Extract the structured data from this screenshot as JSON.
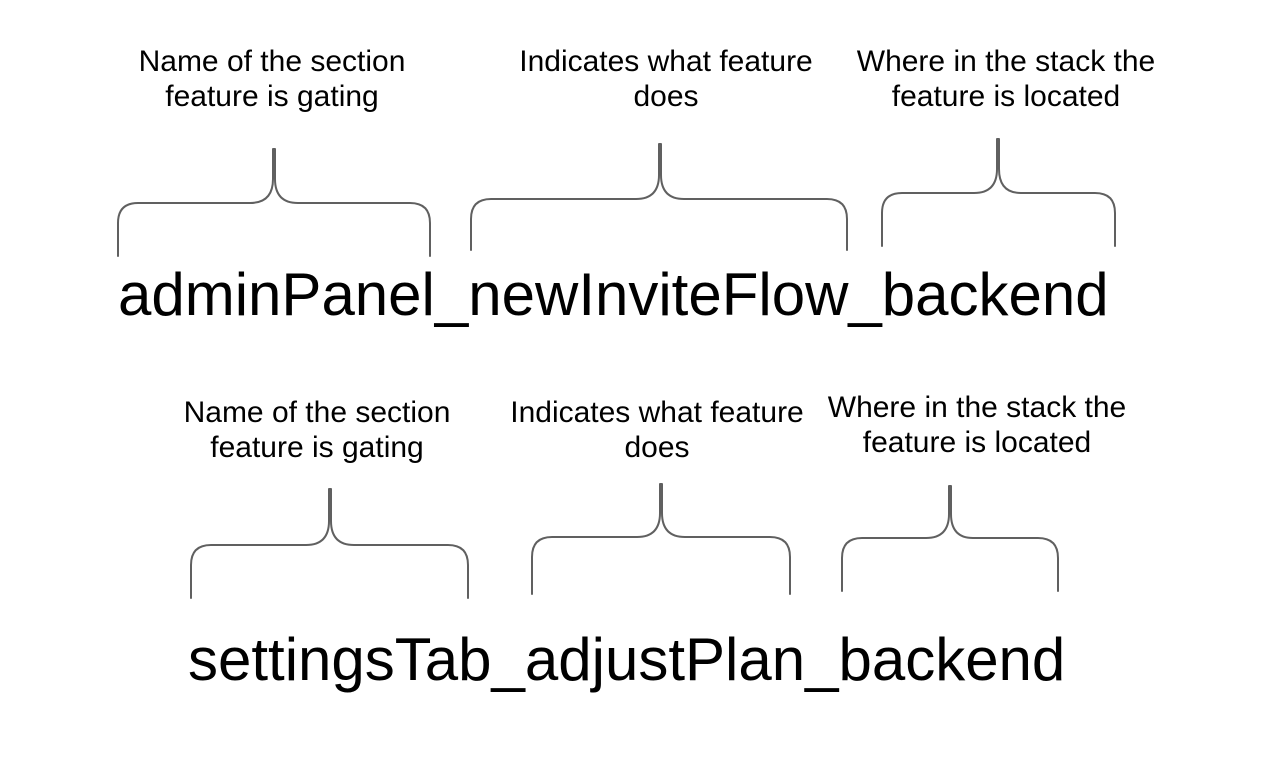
{
  "diagram": {
    "title_semantics": "feature flag naming convention diagram",
    "colors": {
      "background": "#ffffff",
      "text": "#000000",
      "brace_stroke": "#606060"
    },
    "examples": [
      {
        "flag_name": "adminPanel_newInviteFlow_backend",
        "parts": [
          {
            "line1": "Name of the section",
            "line2": "feature is gating"
          },
          {
            "line1": "Indicates what feature",
            "line2": "does"
          },
          {
            "line1": "Where in the stack the",
            "line2": "feature is located"
          }
        ]
      },
      {
        "flag_name": "settingsTab_adjustPlan_backend",
        "parts": [
          {
            "line1": "Name of the section",
            "line2": "feature is gating"
          },
          {
            "line1": "Indicates what feature",
            "line2": "does"
          },
          {
            "line1": "Where in the stack the",
            "line2": "feature is located"
          }
        ]
      }
    ]
  }
}
